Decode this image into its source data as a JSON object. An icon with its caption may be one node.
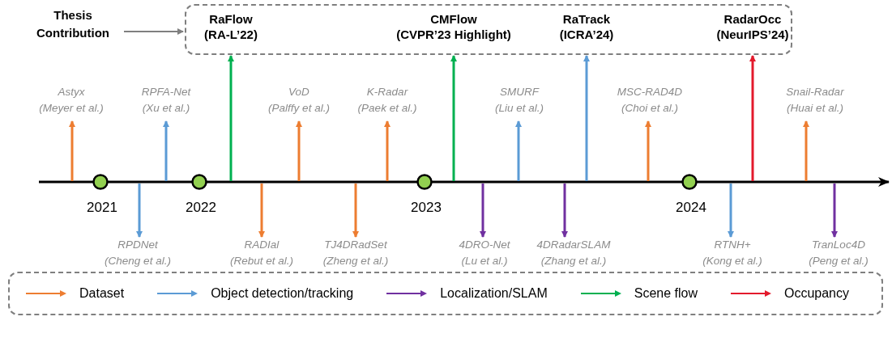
{
  "diagram": {
    "nodes": [
      {
        "text": [
          "Thesis Contribution"
        ]
      },
      {
        "text": [],
        "shape": "box"
      },
      {
        "text": [
          "RaFlow",
          "(RA-L’22)"
        ],
        "in": 1
      },
      {
        "text": [
          "CMFlow",
          "(CVPR’23 Highlight)"
        ],
        "in": 1
      },
      {
        "text": [
          "RaTrack",
          "(ICRA’24)"
        ],
        "in": 1
      },
      {
        "text": [
          "RadarOcc",
          "(NeurIPS’24)"
        ],
        "in": 1
      },
      {
        "text": [
          "Astyx",
          "(Meyer et al.)"
        ]
      },
      {
        "text": [
          "RPFA-Net",
          "(Xu et al.)"
        ]
      },
      {
        "text": [
          "VoD",
          "(Palffy et al.)"
        ]
      },
      {
        "text": [
          "K-Radar",
          "(Paek et al.)"
        ]
      },
      {
        "text": [
          "SMURF",
          "(Liu et al.)"
        ]
      },
      {
        "text": [
          "MSC-RAD4D",
          "(Choi et al.)"
        ]
      },
      {
        "text": [
          "Snail-Radar",
          "(Huai et al.)"
        ]
      },
      {
        "text": [
          "RPDNet",
          "(Cheng et al.)"
        ]
      },
      {
        "text": [
          "RADIal",
          "(Rebut et al.)"
        ]
      },
      {
        "text": [
          "TJ4DRadSet",
          "(Zheng et al.)"
        ]
      },
      {
        "text": [
          "4DRO-Net",
          "(Lu et al.)"
        ]
      },
      {
        "text": [
          "4DRadarSLAM",
          "(Zhang et al.)"
        ]
      },
      {
        "text": [
          "RTNH+",
          "(Kong et al.)"
        ]
      },
      {
        "text": [
          "TranLoc4D",
          "(Peng et al.)"
        ]
      }
    ],
    "edges": [
      {
        "from": 0,
        "to": 1,
        "arrow": "to",
        "color": "#7f7f7f"
      },
      {
        "from": null,
        "to": 2,
        "arrow": "to",
        "color": "#00b050"
      },
      {
        "from": null,
        "to": 3,
        "arrow": "to",
        "color": "#00b050"
      },
      {
        "from": null,
        "to": 4,
        "arrow": "to",
        "color": "#5b9bd5"
      },
      {
        "from": null,
        "to": 5,
        "arrow": "to",
        "color": "#e31a2c"
      },
      {
        "from": null,
        "to": 6,
        "arrow": "to",
        "color": "#ed7d31"
      },
      {
        "from": null,
        "to": 7,
        "arrow": "to",
        "color": "#5b9bd5"
      },
      {
        "from": null,
        "to": 8,
        "arrow": "to",
        "color": "#ed7d31"
      },
      {
        "from": null,
        "to": 9,
        "arrow": "to",
        "color": "#ed7d31"
      },
      {
        "from": null,
        "to": 10,
        "arrow": "to",
        "color": "#5b9bd5"
      },
      {
        "from": null,
        "to": 11,
        "arrow": "to",
        "color": "#ed7d31"
      },
      {
        "from": null,
        "to": 12,
        "arrow": "to",
        "color": "#ed7d31"
      },
      {
        "from": null,
        "to": 13,
        "arrow": "to",
        "color": "#5b9bd5"
      },
      {
        "from": null,
        "to": 14,
        "arrow": "to",
        "color": "#ed7d31"
      },
      {
        "from": null,
        "to": 15,
        "arrow": "to",
        "color": "#ed7d31"
      },
      {
        "from": null,
        "to": 16,
        "arrow": "to",
        "color": "#7030a0"
      },
      {
        "from": null,
        "to": 17,
        "arrow": "to",
        "color": "#7030a0"
      },
      {
        "from": null,
        "to": 18,
        "arrow": "to",
        "color": "#5b9bd5"
      },
      {
        "from": null,
        "to": 19,
        "arrow": "to",
        "color": "#7030a0"
      }
    ],
    "labels": [
      "2021",
      "2022",
      "2023",
      "2024"
    ],
    "legend": [
      {
        "text": "Dataset",
        "color": "#ed7d31"
      },
      {
        "text": "Object detection/tracking",
        "color": "#5b9bd5"
      },
      {
        "text": "Localization/SLAM",
        "color": "#7030a0"
      },
      {
        "text": "Scene flow",
        "color": "#00b050"
      },
      {
        "text": "Occupancy",
        "color": "#e31a2c"
      }
    ]
  }
}
